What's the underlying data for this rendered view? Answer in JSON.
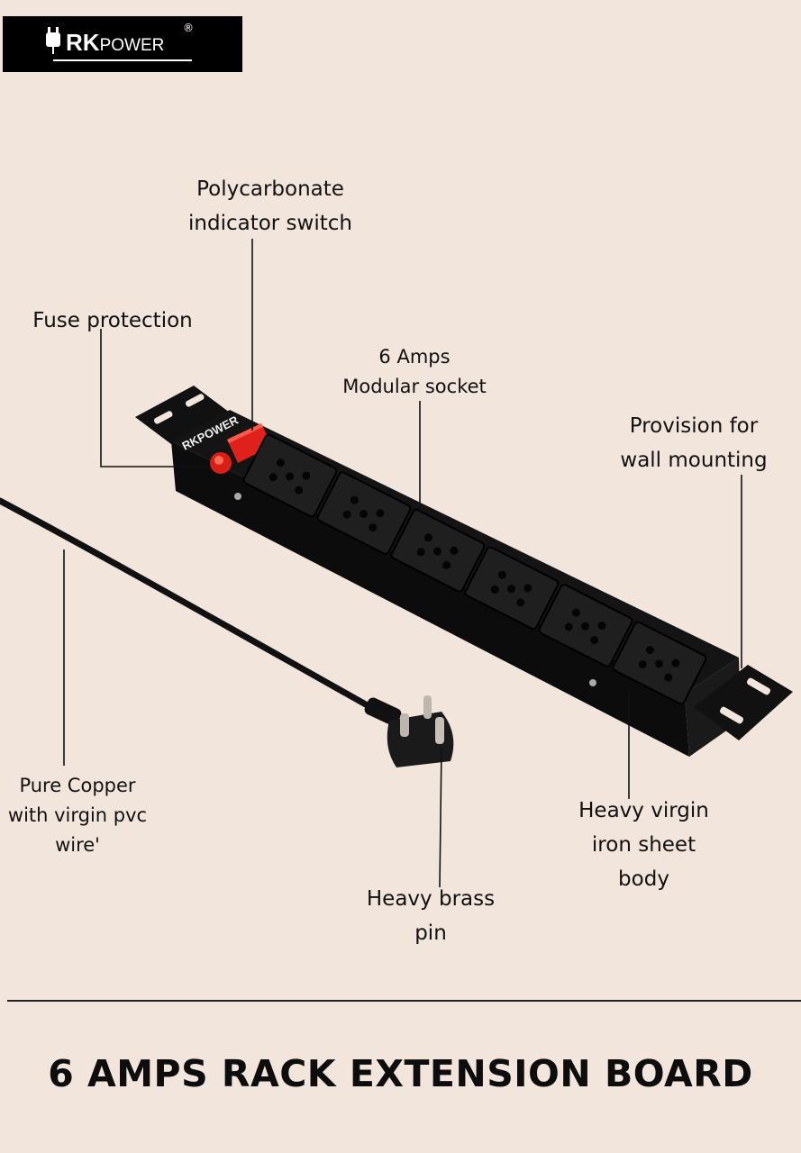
{
  "brand": {
    "logo_text_rk": "RK",
    "logo_text_power": "POWER",
    "registered_mark": "®",
    "board_brand_text": "RKPOWER",
    "colors": {
      "background": "#f2e6dc",
      "logo_bg": "#000000",
      "indicator_red": "#e0201a"
    }
  },
  "callouts": {
    "switch": [
      "Polycarbonate",
      "indicator switch"
    ],
    "fuse": [
      "Fuse protection"
    ],
    "socket": [
      "6 Amps",
      "Modular socket"
    ],
    "mounting": [
      "Provision for",
      "wall mounting"
    ],
    "wire": [
      "Pure Copper",
      "with virgin pvc",
      "wire'"
    ],
    "pin": [
      "Heavy brass",
      "pin"
    ],
    "body": [
      "Heavy virgin",
      "iron sheet",
      "body"
    ]
  },
  "product": {
    "socket_count": 6
  },
  "footer": {
    "title": "6 AMPS RACK EXTENSION BOARD"
  }
}
